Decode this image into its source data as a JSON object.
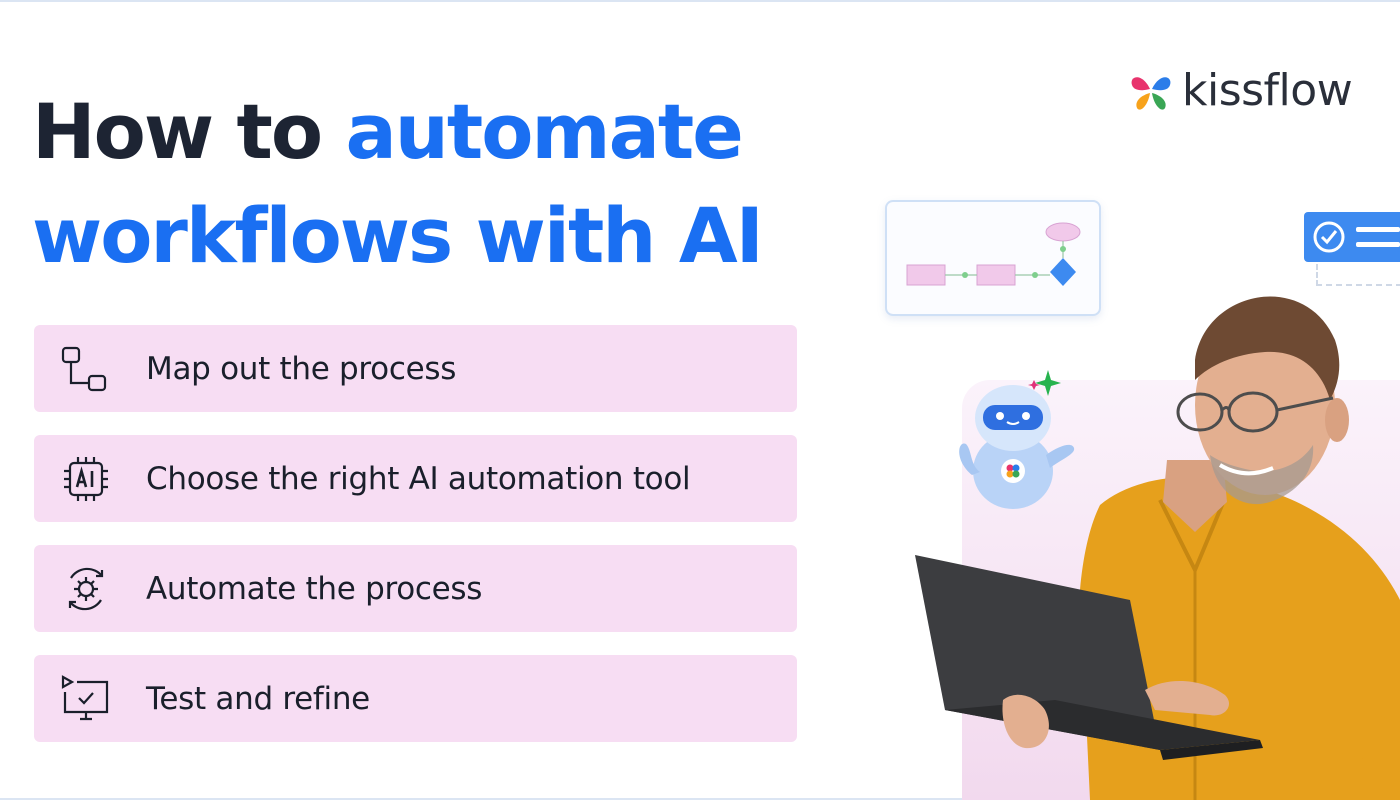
{
  "headline": {
    "line1_plain": "How to ",
    "line1_accent": "automate",
    "line2_accent": "workflows with AI"
  },
  "logo": {
    "word": "kissflow"
  },
  "steps": [
    {
      "label": "Map out the process",
      "icon": "flowchart-icon"
    },
    {
      "label": "Choose the right AI automation tool",
      "icon": "ai-chip-icon"
    },
    {
      "label": "Automate the process",
      "icon": "gear-cycle-icon"
    },
    {
      "label": "Test and refine",
      "icon": "monitor-check-icon"
    }
  ],
  "colors": {
    "headline_dark": "#1d2433",
    "accent_blue": "#1a6ff2",
    "step_background": "#f7ddf3",
    "shirt_yellow": "#e6a01c"
  }
}
